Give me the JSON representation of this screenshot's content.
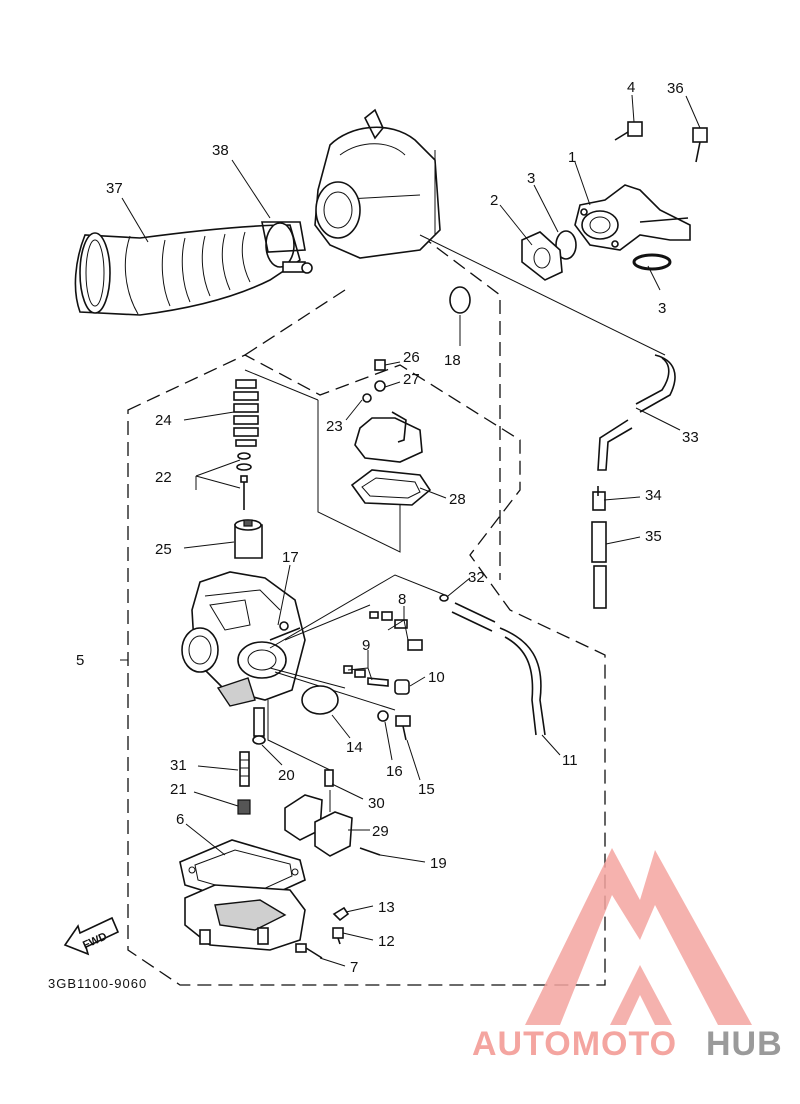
{
  "diagram": {
    "code": "3GB1100-9060",
    "fwd": "FWD",
    "callouts": {
      "p1": "1",
      "p2": "2",
      "p3a": "3",
      "p3b": "3",
      "p4": "4",
      "p5": "5",
      "p6": "6",
      "p7": "7",
      "p8": "8",
      "p9": "9",
      "p10": "10",
      "p11": "11",
      "p12": "12",
      "p13": "13",
      "p14": "14",
      "p15": "15",
      "p16": "16",
      "p17": "17",
      "p18": "18",
      "p19": "19",
      "p20": "20",
      "p21": "21",
      "p22": "22",
      "p23": "23",
      "p24": "24",
      "p25": "25",
      "p26": "26",
      "p27": "27",
      "p28": "28",
      "p29": "29",
      "p30": "30",
      "p31": "31",
      "p32": "32",
      "p33": "33",
      "p34": "34",
      "p35": "35",
      "p36": "36",
      "p37": "37",
      "p38": "38"
    }
  },
  "watermark": {
    "part1": "AUTOMOTO",
    "part2": "HUB",
    "color_main": "#f4a5a0",
    "color_accent": "#9a9a9a",
    "logo": "triangle-logo-icon"
  }
}
